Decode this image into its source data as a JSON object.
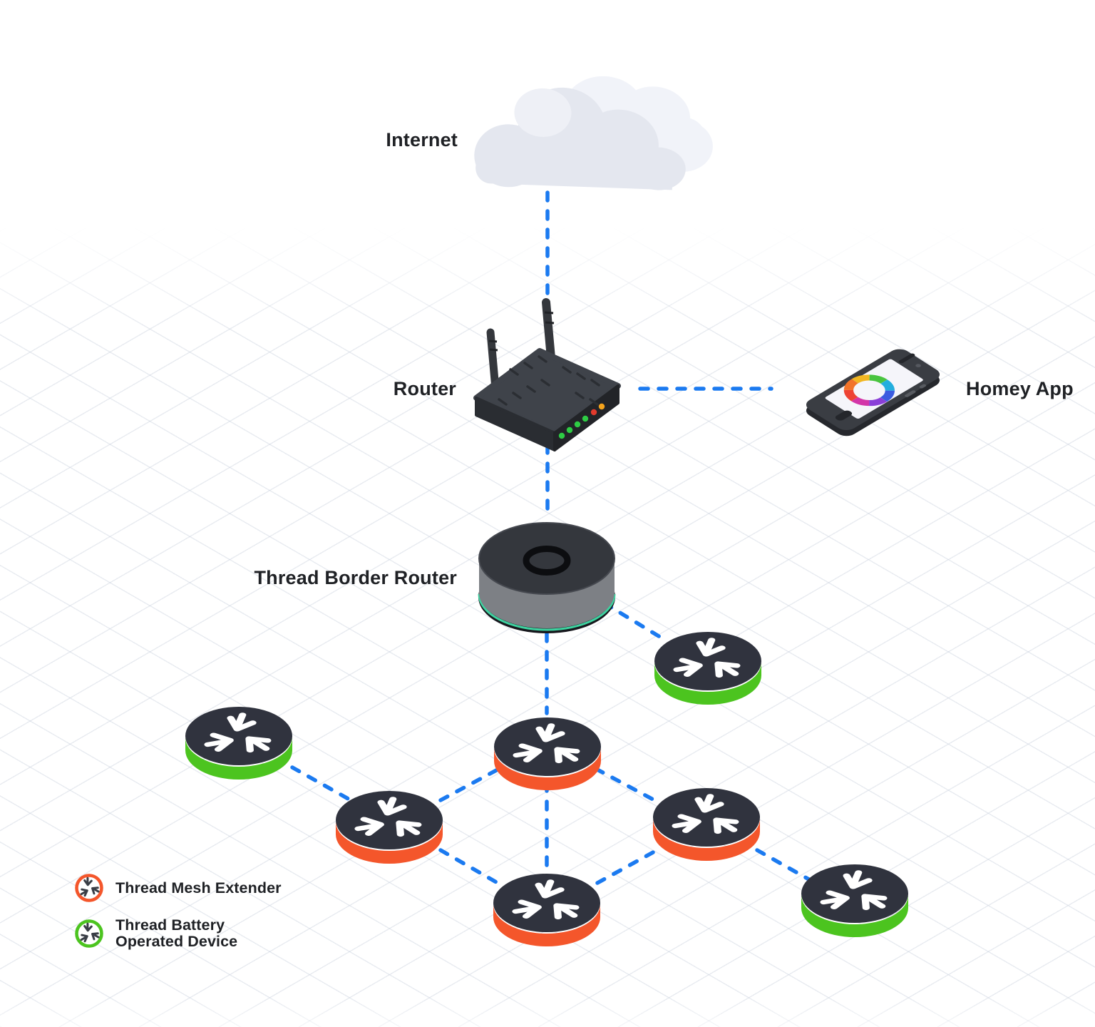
{
  "diagram": {
    "labels": {
      "internet": "Internet",
      "router": "Router",
      "homey_app": "Homey App",
      "thread_border_router": "Thread Border Router"
    },
    "legend": {
      "mesh_extender": {
        "label": "Thread Mesh Extender"
      },
      "battery_device": {
        "label": "Thread Battery\nOperated Device"
      }
    },
    "colors": {
      "connection_blue": "#1B7AF0",
      "mesh_extender_orange": "#F4562B",
      "battery_device_green": "#4CC41F",
      "disc_dark": "#30333E"
    },
    "nodes": [
      {
        "id": "node-top-right",
        "type": "battery-operated"
      },
      {
        "id": "node-left",
        "type": "battery-operated"
      },
      {
        "id": "node-center",
        "type": "mesh-extender"
      },
      {
        "id": "node-center-left",
        "type": "mesh-extender"
      },
      {
        "id": "node-center-right",
        "type": "mesh-extender"
      },
      {
        "id": "node-bottom-center",
        "type": "mesh-extender"
      },
      {
        "id": "node-bottom-right",
        "type": "battery-operated"
      }
    ],
    "connections": [
      "internet - router",
      "router - homey-app",
      "router - thread-border-router",
      "thread-border-router - node-top-right",
      "thread-border-router - node-center",
      "node-left - node-center-left",
      "node-center-left - node-center",
      "node-center - node-center-right",
      "node-center - node-bottom-center",
      "node-center-left - node-bottom-center",
      "node-bottom-center - node-center-right",
      "node-center-right - node-bottom-right"
    ]
  }
}
